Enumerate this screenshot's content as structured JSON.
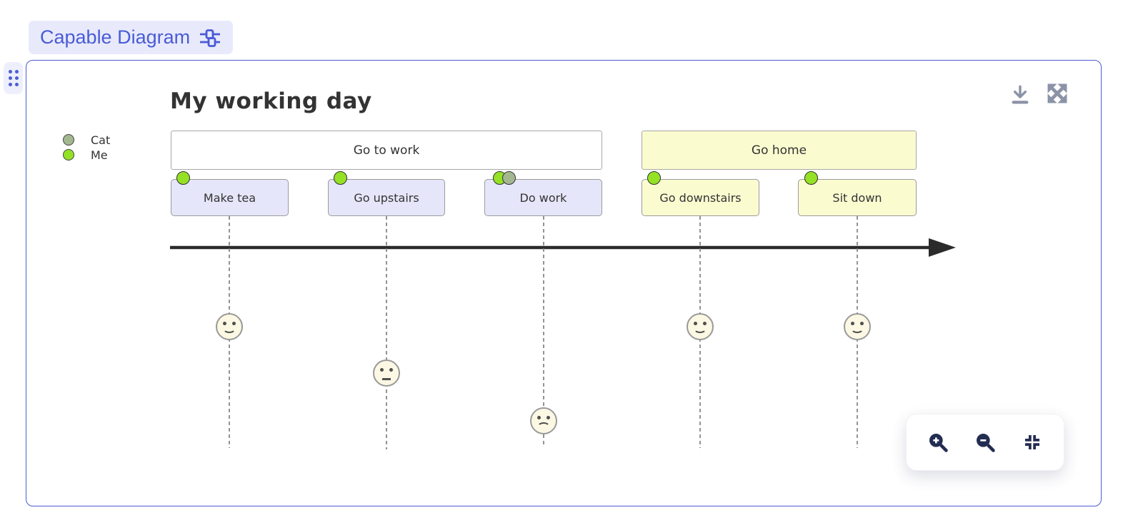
{
  "header": {
    "widget_label": "Capable Diagram",
    "widget_icon": "sliders-icon"
  },
  "panel": {
    "toolbar_icons": [
      "download-icon",
      "expand-icon"
    ],
    "drag_handle_icon": "six-dots-drag-icon"
  },
  "diagram": {
    "type": "user-journey",
    "title": "My working day",
    "legend": [
      {
        "label": "Cat",
        "color": "#a3b88f"
      },
      {
        "label": "Me",
        "color": "#94e125"
      }
    ],
    "sections": [
      {
        "label": "Go to work",
        "fill": "#ffffff"
      },
      {
        "label": "Go home",
        "fill": "#fbfbd0"
      }
    ],
    "tasks": [
      {
        "label": "Make tea",
        "section": "Go to work",
        "actors": [
          "Me"
        ],
        "mood": "happy",
        "fill": "#e6e6fa"
      },
      {
        "label": "Go upstairs",
        "section": "Go to work",
        "actors": [
          "Me"
        ],
        "mood": "neutral",
        "fill": "#e6e6fa"
      },
      {
        "label": "Do work",
        "section": "Go to work",
        "actors": [
          "Me",
          "Cat"
        ],
        "mood": "sad",
        "fill": "#e6e6fa"
      },
      {
        "label": "Go downstairs",
        "section": "Go home",
        "actors": [
          "Me"
        ],
        "mood": "happy",
        "fill": "#fbfbd0"
      },
      {
        "label": "Sit down",
        "section": "Go home",
        "actors": [
          "Me"
        ],
        "mood": "happy",
        "fill": "#fbfbd0"
      }
    ]
  },
  "zoom_controls": {
    "icons": [
      "zoom-in-icon",
      "zoom-out-icon",
      "fit-view-icon"
    ]
  },
  "colors": {
    "accent": "#4a5cd0",
    "pill_bg": "#e8eafc",
    "task_work_fill": "#e6e6fa",
    "home_fill": "#fbfbd0",
    "face_fill": "#fcf8e3",
    "toolbar_icon": "#8b93a7",
    "zoom_icon": "#232d52",
    "arrow": "#2b2b2b"
  }
}
